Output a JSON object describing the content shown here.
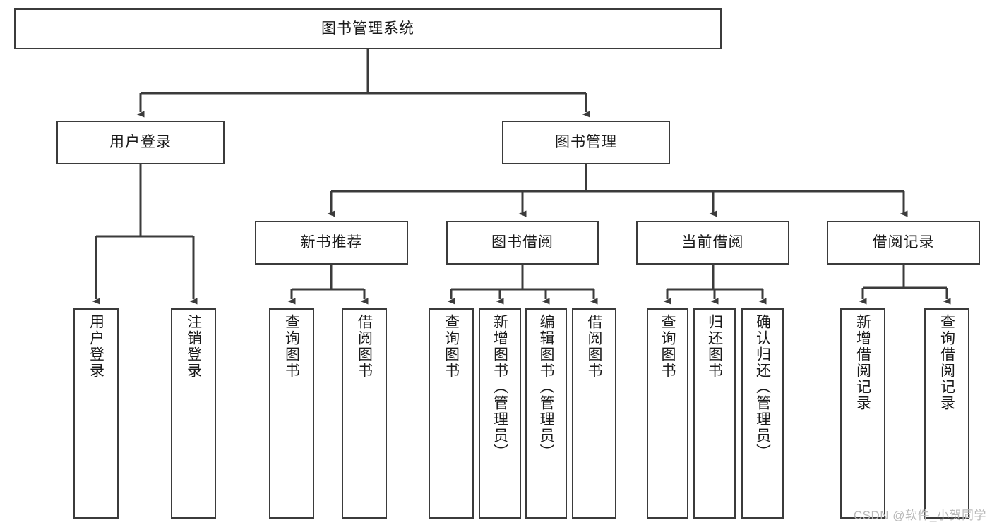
{
  "diagram": {
    "title": "图书管理系统",
    "type": "tree",
    "watermark": "CSDN @软件_小贺同学",
    "stroke_color": "#3b3b3b",
    "background_color": "#ffffff",
    "root": {
      "id": "root",
      "label": "图书管理系统"
    },
    "level2": [
      {
        "id": "user-login",
        "label": "用户登录"
      },
      {
        "id": "book-manage",
        "label": "图书管理"
      }
    ],
    "level3": [
      {
        "id": "new-book-recommend",
        "label": "新书推荐",
        "parent": "book-manage"
      },
      {
        "id": "book-borrow",
        "label": "图书借阅",
        "parent": "book-manage"
      },
      {
        "id": "current-borrow",
        "label": "当前借阅",
        "parent": "book-manage"
      },
      {
        "id": "borrow-record",
        "label": "借阅记录",
        "parent": "book-manage"
      }
    ],
    "leaves": [
      {
        "id": "leaf-user-login",
        "label": "用户登录",
        "parent": "user-login"
      },
      {
        "id": "leaf-user-logout",
        "label": "注销登录",
        "parent": "user-login"
      },
      {
        "id": "leaf-query-book-rec",
        "label": "查询图书",
        "parent": "new-book-recommend"
      },
      {
        "id": "leaf-borrow-book-rec",
        "label": "借阅图书",
        "parent": "new-book-recommend"
      },
      {
        "id": "leaf-query-book-borrow",
        "label": "查询图书",
        "parent": "book-borrow"
      },
      {
        "id": "leaf-add-book",
        "label": "新增图书（管理员）",
        "parent": "book-borrow"
      },
      {
        "id": "leaf-edit-book",
        "label": "编辑图书（管理员）",
        "parent": "book-borrow"
      },
      {
        "id": "leaf-borrow-book",
        "label": "借阅图书",
        "parent": "book-borrow"
      },
      {
        "id": "leaf-query-book-cur",
        "label": "查询图书",
        "parent": "current-borrow"
      },
      {
        "id": "leaf-return-book",
        "label": "归还图书",
        "parent": "current-borrow"
      },
      {
        "id": "leaf-confirm-return",
        "label": "确认归还（管理员）",
        "parent": "current-borrow"
      },
      {
        "id": "leaf-add-record",
        "label": "新增借阅记录",
        "parent": "borrow-record"
      },
      {
        "id": "leaf-query-record",
        "label": "查询借阅记录",
        "parent": "borrow-record"
      }
    ]
  }
}
